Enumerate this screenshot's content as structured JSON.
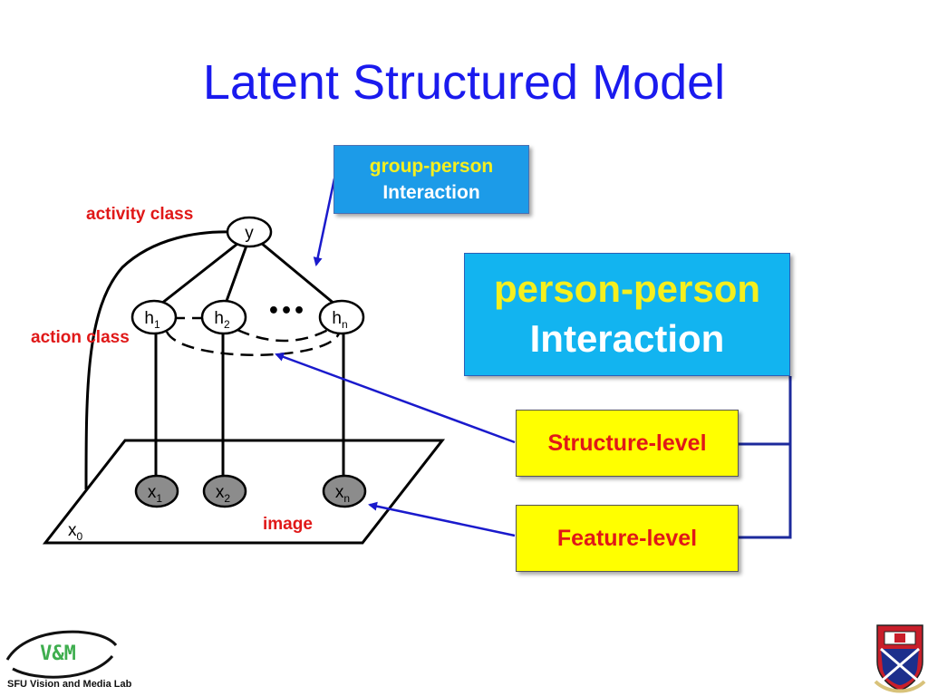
{
  "slide": {
    "title": "Latent Structured Model"
  },
  "callouts": {
    "group_person": {
      "line1": "group-person",
      "line2": "Interaction"
    },
    "person_person": {
      "line1": "person-person",
      "line2": "Interaction"
    },
    "structure_level": "Structure-level",
    "feature_level": "Feature-level"
  },
  "labels": {
    "activity_class": "activity class",
    "action_class": "action class",
    "image": "image"
  },
  "nodes": {
    "y": "y",
    "h1": {
      "base": "h",
      "sub": "1"
    },
    "h2": {
      "base": "h",
      "sub": "2"
    },
    "hn": {
      "base": "h",
      "sub": "n"
    },
    "x1": {
      "base": "x",
      "sub": "1"
    },
    "x2": {
      "base": "x",
      "sub": "2"
    },
    "xn": {
      "base": "x",
      "sub": "n"
    },
    "x0": {
      "base": "x",
      "sub": "0"
    },
    "ellipsis": "•••"
  },
  "footer": {
    "lab_logo_text": "V&M",
    "lab_name": "SFU Vision and Media Lab",
    "crest": "university-crest"
  },
  "colors": {
    "title": "#1a1aee",
    "label_red": "#e01818",
    "arrow_blue": "#1a1acc",
    "connector_navy": "#1c2a9c",
    "box_yellow": "#ffff00",
    "box_blue": "#12b4f0"
  }
}
